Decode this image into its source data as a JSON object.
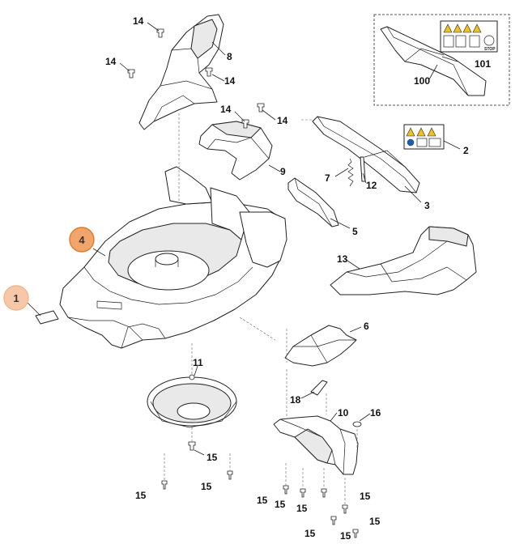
{
  "diagram": {
    "highlight_colors": {
      "badge_1": "#f6c8a8",
      "badge_4": "#f2a56b",
      "badge_stroke": "#e07a2c"
    },
    "badges": [
      {
        "id": "badge-1",
        "text": "1"
      },
      {
        "id": "badge-4",
        "text": "4"
      }
    ],
    "labels": {
      "l14a": "14",
      "l8": "8",
      "l14b": "14",
      "l14c": "14",
      "l14d": "14",
      "l14e": "14",
      "l9": "9",
      "l100": "100",
      "l101": "101",
      "l2": "2",
      "l7": "7",
      "l12": "12",
      "l3": "3",
      "l5": "5",
      "l13": "13",
      "l6": "6",
      "l11": "11",
      "l18": "18",
      "l10": "10",
      "l16": "16",
      "l15a": "15",
      "l15b": "15",
      "l15c": "15",
      "l15d": "15",
      "l15e": "15",
      "l15f": "15",
      "l15g": "15",
      "l15h": "15",
      "l15i": "15",
      "l15j": "15"
    },
    "decal_text": {
      "stop": "STOP"
    },
    "icons": [
      "warning-triangle-icon",
      "info-circle-icon",
      "screw-icon"
    ]
  }
}
